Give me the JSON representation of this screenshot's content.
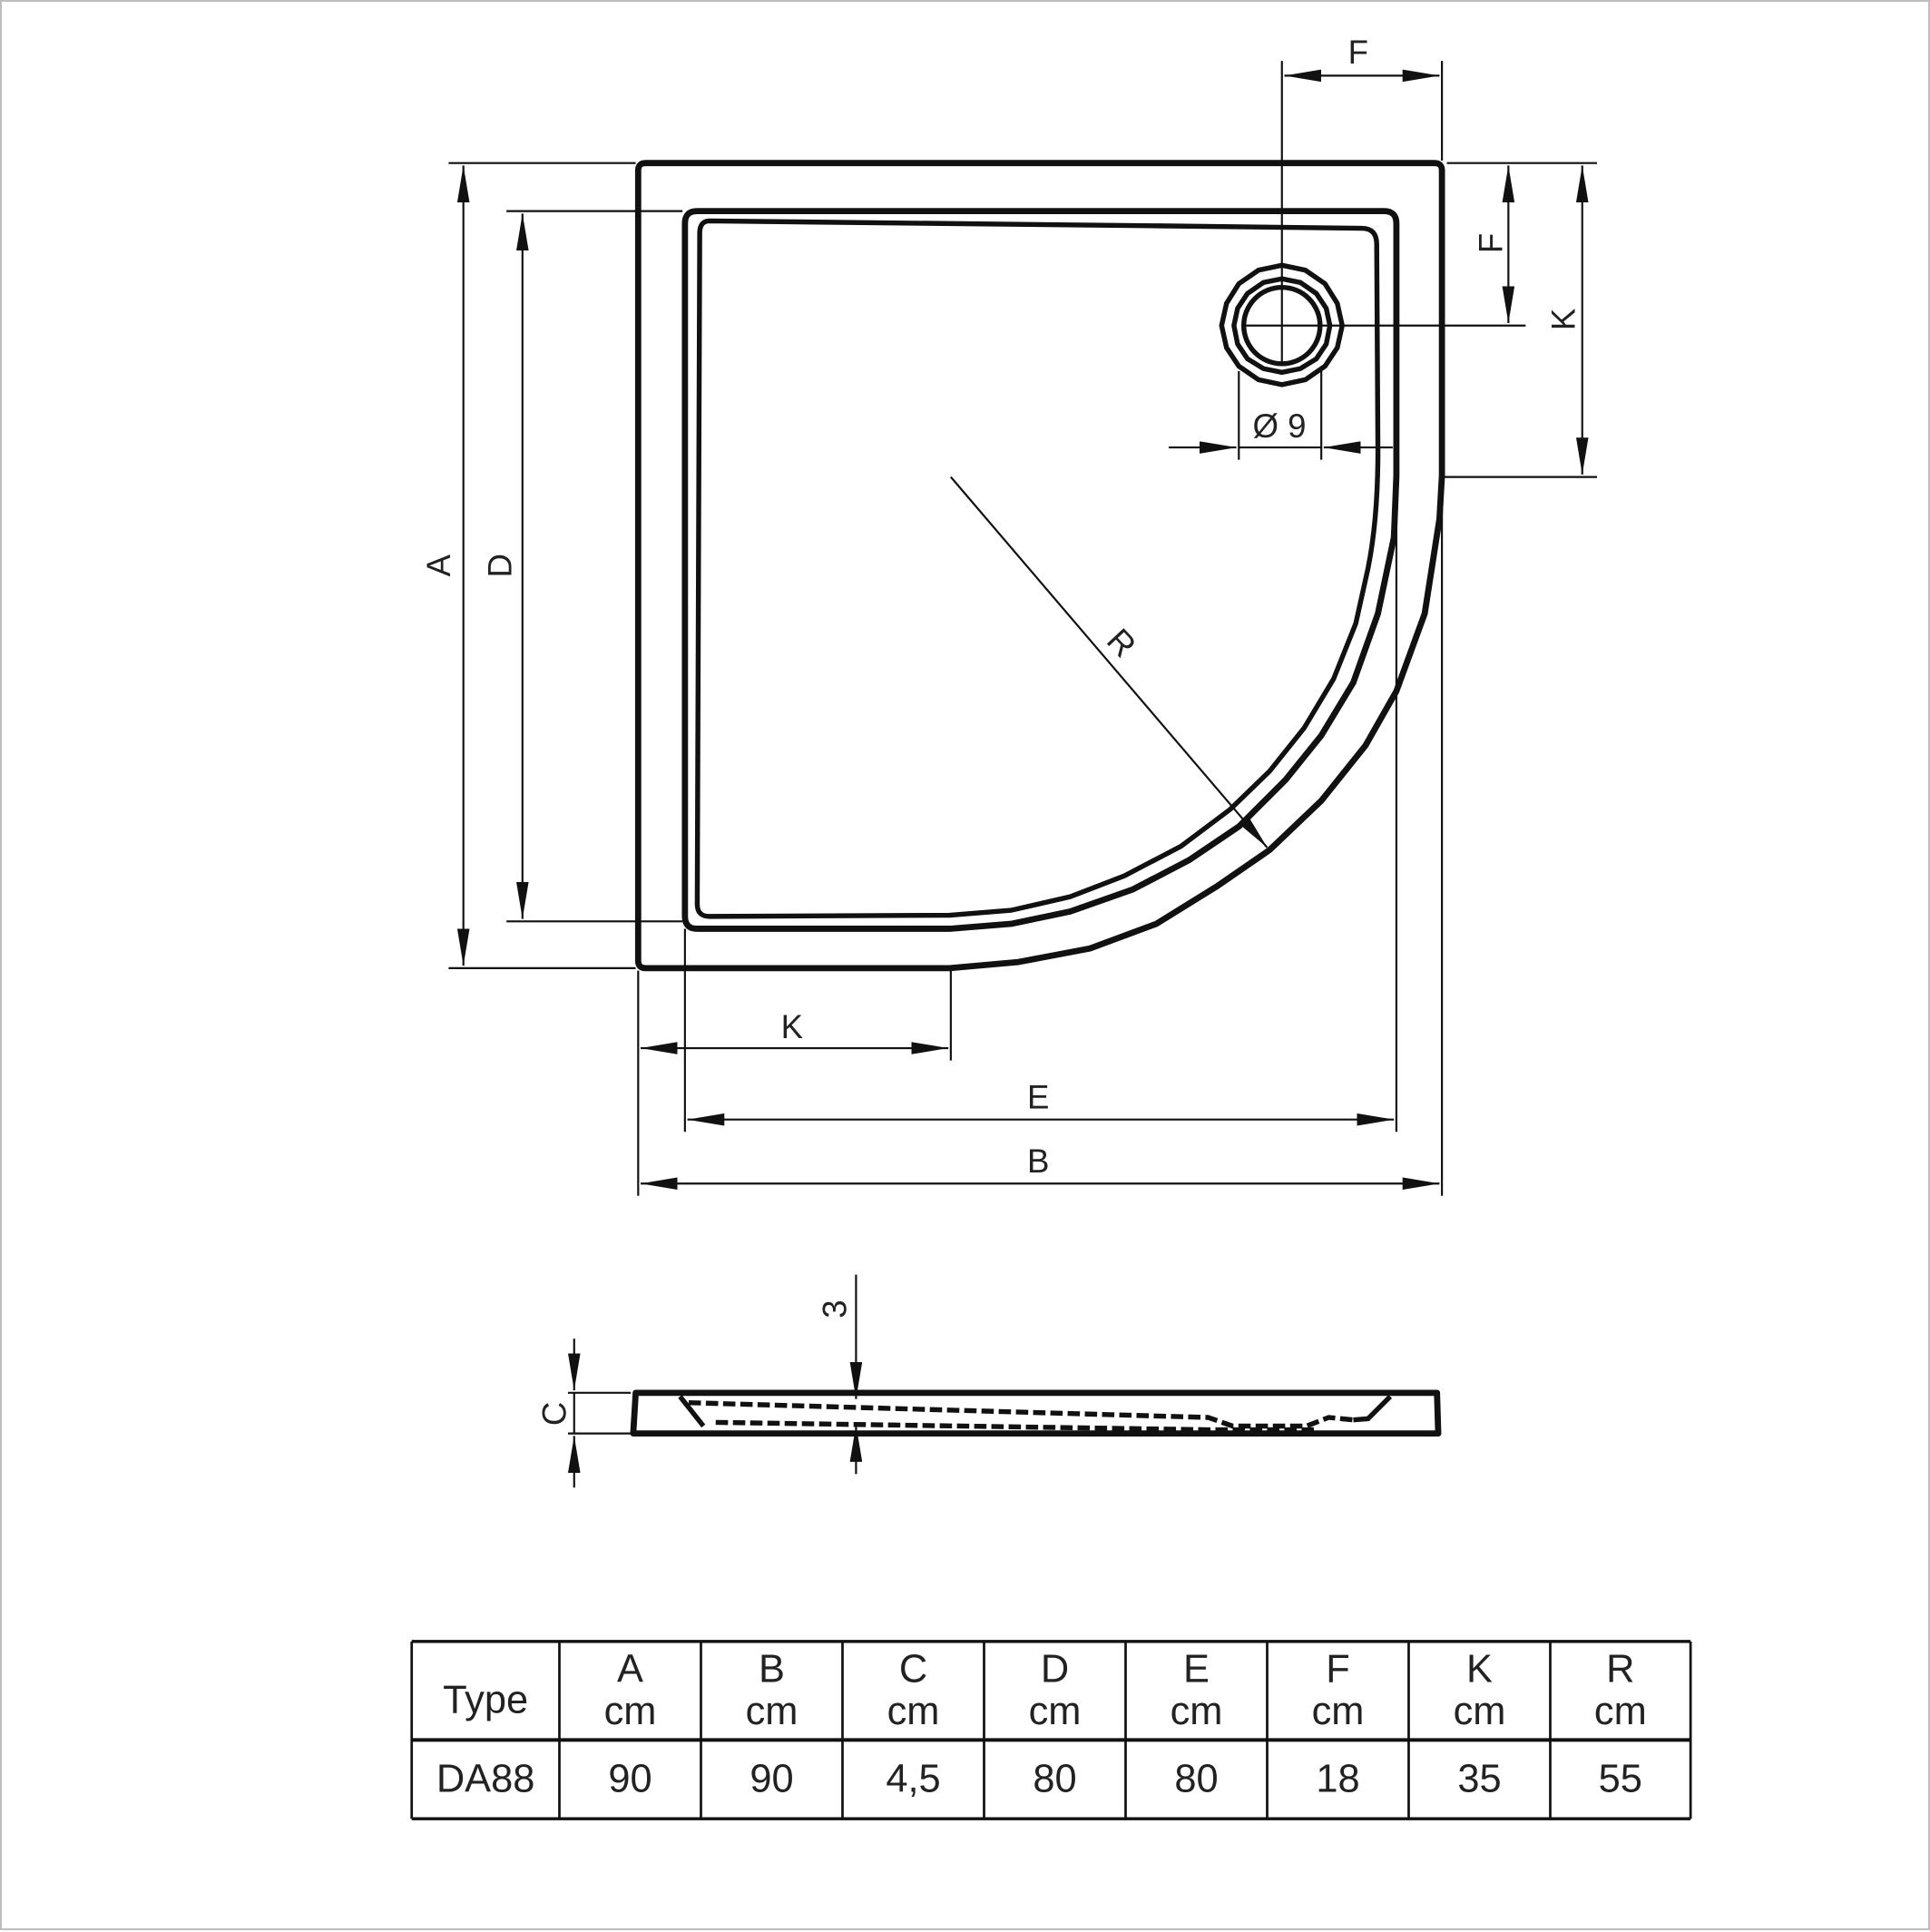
{
  "drawing": {
    "labels": {
      "A": "A",
      "B": "B",
      "C": "C",
      "D": "D",
      "E": "E",
      "F_top": "F",
      "F_side": "F",
      "K_side": "K",
      "K_bottom": "K",
      "R": "R",
      "drain": "Ø 9",
      "depth": "3"
    }
  },
  "table": {
    "headers": [
      {
        "name": "Type",
        "unit": ""
      },
      {
        "name": "A",
        "unit": "cm"
      },
      {
        "name": "B",
        "unit": "cm"
      },
      {
        "name": "C",
        "unit": "cm"
      },
      {
        "name": "D",
        "unit": "cm"
      },
      {
        "name": "E",
        "unit": "cm"
      },
      {
        "name": "F",
        "unit": "cm"
      },
      {
        "name": "K",
        "unit": "cm"
      },
      {
        "name": "R",
        "unit": "cm"
      }
    ],
    "rows": [
      [
        "DA88",
        "90",
        "90",
        "4,5",
        "80",
        "80",
        "18",
        "35",
        "55"
      ]
    ]
  }
}
